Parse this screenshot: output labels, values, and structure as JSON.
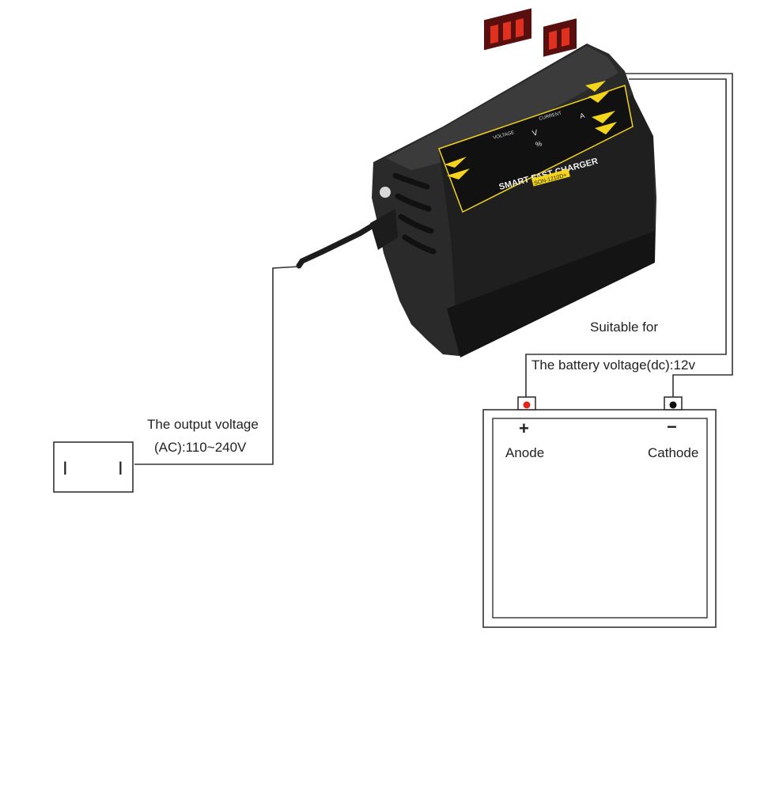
{
  "diagram": {
    "charger": {
      "brand_label": "SMART FAST CHARGER",
      "voltage_label": "VOLTAGE",
      "current_label": "CURRENT",
      "voltage_unit": "V",
      "current_unit": "A",
      "percent_unit": "%",
      "model_label": "SON-1210D+"
    },
    "ac_input": {
      "line1": "The output voltage",
      "line2": "(AC):110~240V"
    },
    "battery_note": {
      "line1": "Suitable for",
      "line2": "The battery voltage(dc):12v"
    },
    "battery": {
      "plus_symbol": "+",
      "minus_symbol": "−",
      "anode_label": "Anode",
      "cathode_label": "Cathode",
      "positive_terminal_color": "#e0261c",
      "negative_terminal_color": "#111111"
    },
    "socket": {
      "slot_glyph": "I"
    }
  }
}
